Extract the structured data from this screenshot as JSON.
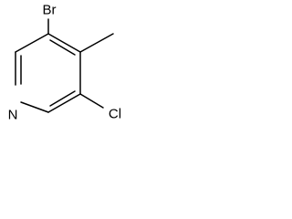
{
  "molecule": {
    "atoms": {
      "bromine": "Br",
      "nitrogen": "N",
      "chlorine": "Cl"
    },
    "colors": {
      "bond": "#000000",
      "label": "#000000",
      "background": "#ffffff"
    }
  }
}
